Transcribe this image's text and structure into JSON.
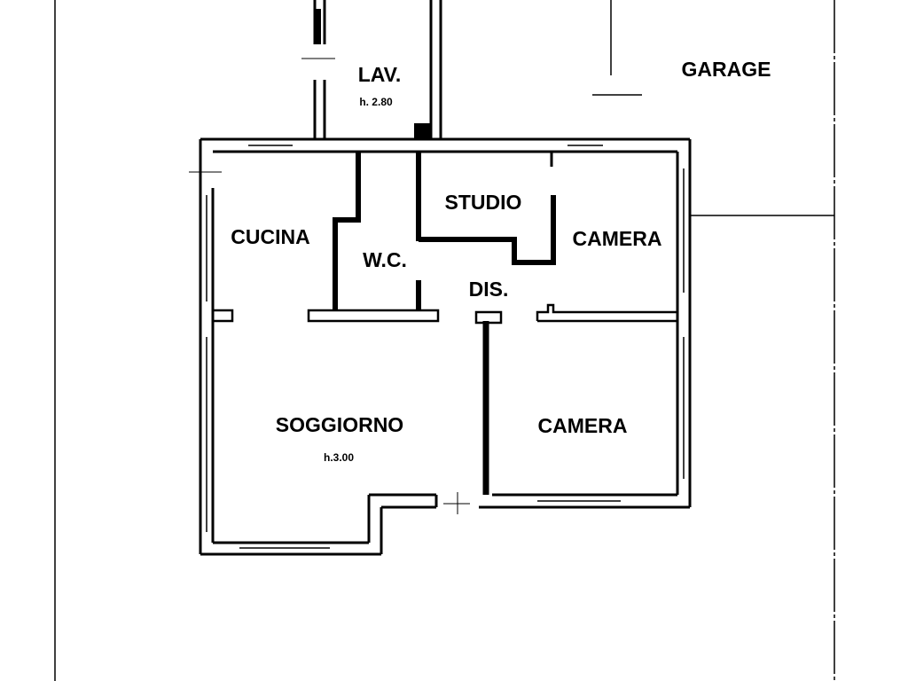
{
  "rooms": {
    "lavanderia": "LAV.",
    "lavanderia_height": "h. 2.80",
    "garage": "GARAGE",
    "studio": "STUDIO",
    "cucina": "CUCINA",
    "wc": "W.C.",
    "camera_1": "CAMERA",
    "disimpegno": "DIS.",
    "soggiorno": "SOGGIORNO",
    "soggiorno_height": "h.3.00",
    "camera_2": "CAMERA"
  },
  "colors": {
    "ink": "#000000",
    "background": "#ffffff"
  }
}
